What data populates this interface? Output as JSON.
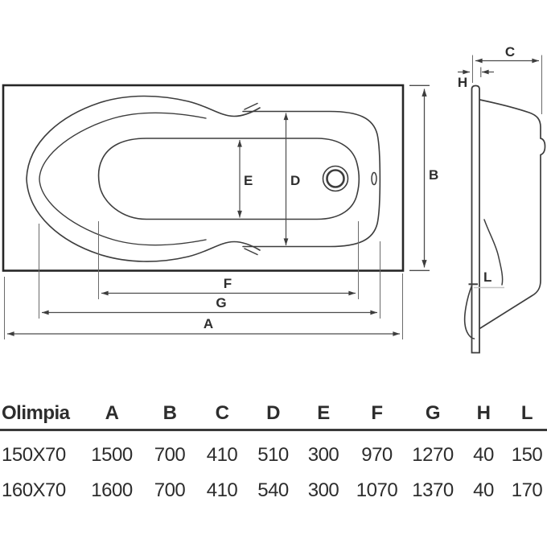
{
  "diagram": {
    "labels": {
      "A": "A",
      "B": "B",
      "C": "C",
      "D": "D",
      "E": "E",
      "F": "F",
      "G": "G",
      "H": "H",
      "L": "L"
    }
  },
  "table": {
    "model": "Olimpia",
    "columns": [
      "A",
      "B",
      "C",
      "D",
      "E",
      "F",
      "G",
      "H",
      "L"
    ],
    "rows": [
      {
        "name": "150X70",
        "values": [
          "1500",
          "700",
          "410",
          "510",
          "300",
          "970",
          "1270",
          "40",
          "150"
        ]
      },
      {
        "name": "160X70",
        "values": [
          "1600",
          "700",
          "410",
          "540",
          "300",
          "1070",
          "1370",
          "40",
          "170"
        ]
      }
    ]
  },
  "colors": {
    "line": "#3d3d3d",
    "frame": "#262626",
    "dimension": "#4c4c4c",
    "text": "#2e2e2e",
    "divider": "#3a3a3a",
    "light_line": "#c4c4c4"
  }
}
